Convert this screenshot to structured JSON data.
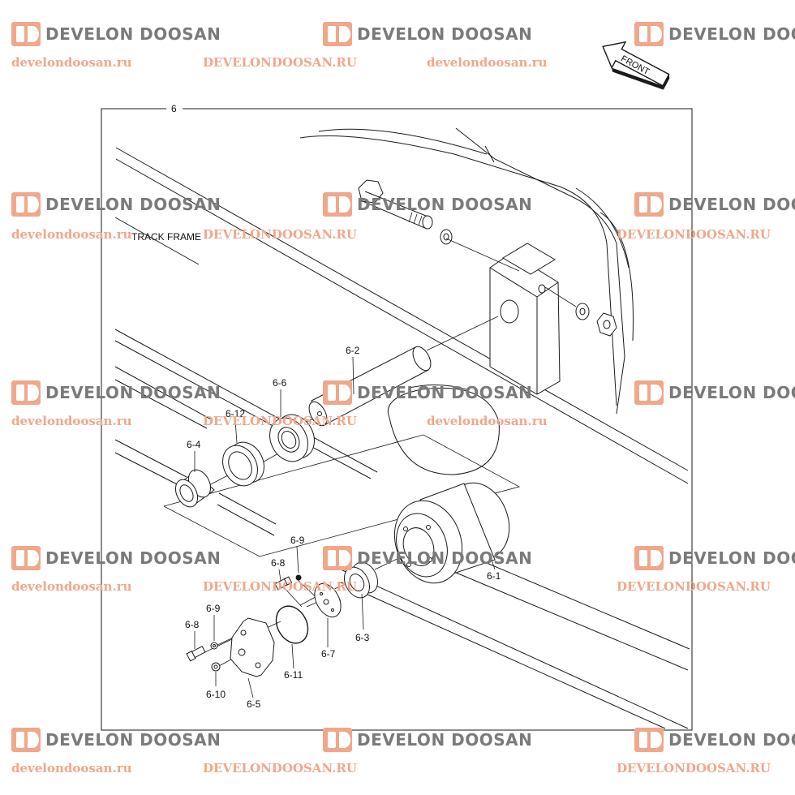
{
  "watermark": {
    "brand": "DEVELON DOOSAN",
    "site_lower": "develondoosan.ru",
    "site_upper": "DEVELONDOOSAN.RU"
  },
  "front_arrow": {
    "label": "FRONT"
  },
  "diagram": {
    "assembly_label": "6",
    "frame_label": "TRACK FRAME",
    "parts": {
      "p6_1": "6-1",
      "p6_2": "6-2",
      "p6_3": "6-3",
      "p6_4": "6-4",
      "p6_5": "6-5",
      "p6_6": "6-6",
      "p6_7": "6-7",
      "p6_8a": "6-8",
      "p6_8b": "6-8",
      "p6_9a": "6-9",
      "p6_9b": "6-9",
      "p6_10": "6-10",
      "p6_11": "6-11",
      "p6_12": "6-12"
    }
  },
  "colors": {
    "line": "#1a1a1a",
    "watermark_logo": "#f0a78a",
    "watermark_text": "#7a7a7a"
  }
}
